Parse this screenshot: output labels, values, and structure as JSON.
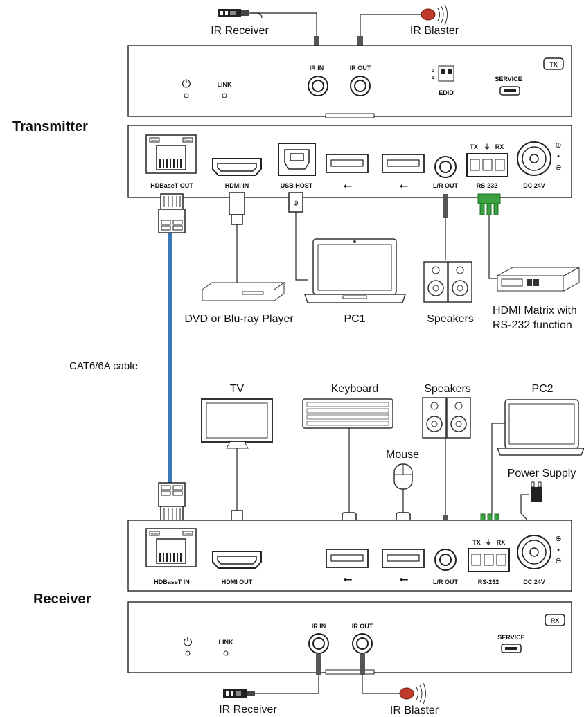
{
  "labels": {
    "transmitter": "Transmitter",
    "receiver": "Receiver",
    "cable": "CAT6/6A cable",
    "ir_receiver": "IR Receiver",
    "ir_blaster": "IR Blaster",
    "dvd": "DVD or Blu-ray Player",
    "pc1": "PC1",
    "pc2": "PC2",
    "speakers": "Speakers",
    "matrix_line1": "HDMI Matrix with",
    "matrix_line2": "RS-232 function",
    "tv": "TV",
    "keyboard": "Keyboard",
    "mouse": "Mouse",
    "power_supply": "Power Supply"
  },
  "tx_front": {
    "ir_in": "IR IN",
    "ir_out": "IR OUT",
    "link": "LINK",
    "edid": "EDID",
    "edid_0": "0",
    "edid_1": "1",
    "service": "SERVICE",
    "badge": "TX"
  },
  "tx_rear": {
    "hdbaset": "HDBaseT OUT",
    "hdmi": "HDMI IN",
    "usb_host": "USB HOST",
    "lr": "L/R OUT",
    "rs232": "RS-232",
    "rs_tx": "TX",
    "rs_rx": "RX",
    "dc": "DC 24V",
    "yellow": "Yellow",
    "green": "Green"
  },
  "rx_rear": {
    "hdbaset": "HDBaseT IN",
    "hdmi": "HDMI OUT",
    "lr": "L/R OUT",
    "rs232": "RS-232",
    "rs_tx": "TX",
    "rs_rx": "RX",
    "dc": "DC 24V",
    "yellow": "Yellow",
    "green": "Green"
  },
  "rx_front": {
    "ir_in": "IR IN",
    "ir_out": "IR OUT",
    "link": "LINK",
    "service": "SERVICE",
    "badge": "RX"
  },
  "colors": {
    "cable": "#3b78b8",
    "terminal": "#3aa040",
    "ir_red": "#c0392b"
  }
}
